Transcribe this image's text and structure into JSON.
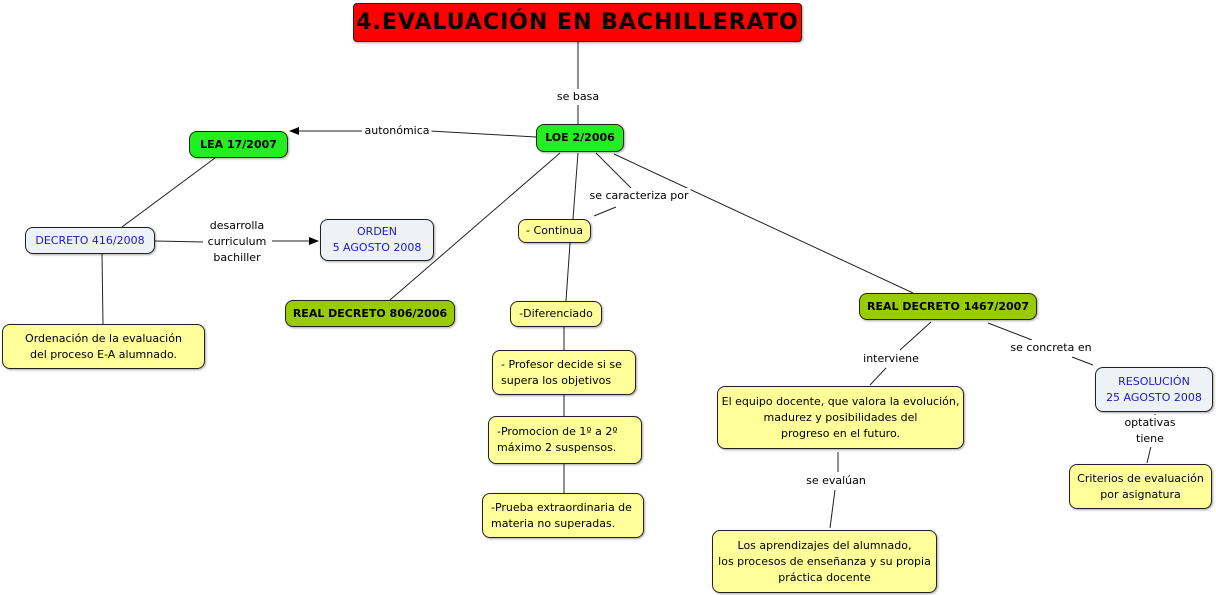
{
  "title": "4.EVALUACIÓN EN BACHILLERATO",
  "nodes": {
    "loe": "LOE 2/2006",
    "lea": "LEA  17/2007",
    "decreto416": "DECRETO 416/2008",
    "orden": "ORDEN\n5 AGOSTO 2008",
    "ordenacion": "Ordenación de la evaluación\ndel proceso E-A alumnado.",
    "rd806": "REAL DECRETO 806/2006",
    "continua": "- Continua",
    "diferenciado": "-Diferenciado",
    "profesor": "- Profesor decide si se\nsupera los objetivos",
    "promocion": "-Promocion de 1º a 2º\nmáximo 2 suspensos.",
    "prueba": "-Prueba extraordinaria de\nmateria no superadas.",
    "rd1467": "REAL DECRETO 1467/2007",
    "equipo": "El equipo docente, que valora la evolución,\nmadurez y posibilidades del\nprogreso en el futuro.",
    "aprendizajes": "Los aprendizajes del alumnado,\nlos procesos de enseñanza y su propia\npráctica docente",
    "resolucion": "RESOLUCIÓN\n25 AGOSTO 2008",
    "criterios": "Criterios de evaluación\npor asignatura"
  },
  "links": {
    "se_basa": "se basa",
    "autonomica": "autonómica",
    "desarrolla": "desarrolla\ncurriculum\nbachiller",
    "se_caracteriza": "se caracteriza por",
    "interviene": "interviene",
    "se_concreta": "se concreta en",
    "se_evaluan": "se evalúan",
    "optativas": "optativas tiene"
  },
  "colors": {
    "title": "#ff0000",
    "primary": "#22ee22",
    "decree": "#99cc00",
    "concept": "#ffff99",
    "document": "#eef2f6",
    "document_text": "#1a1acc"
  }
}
